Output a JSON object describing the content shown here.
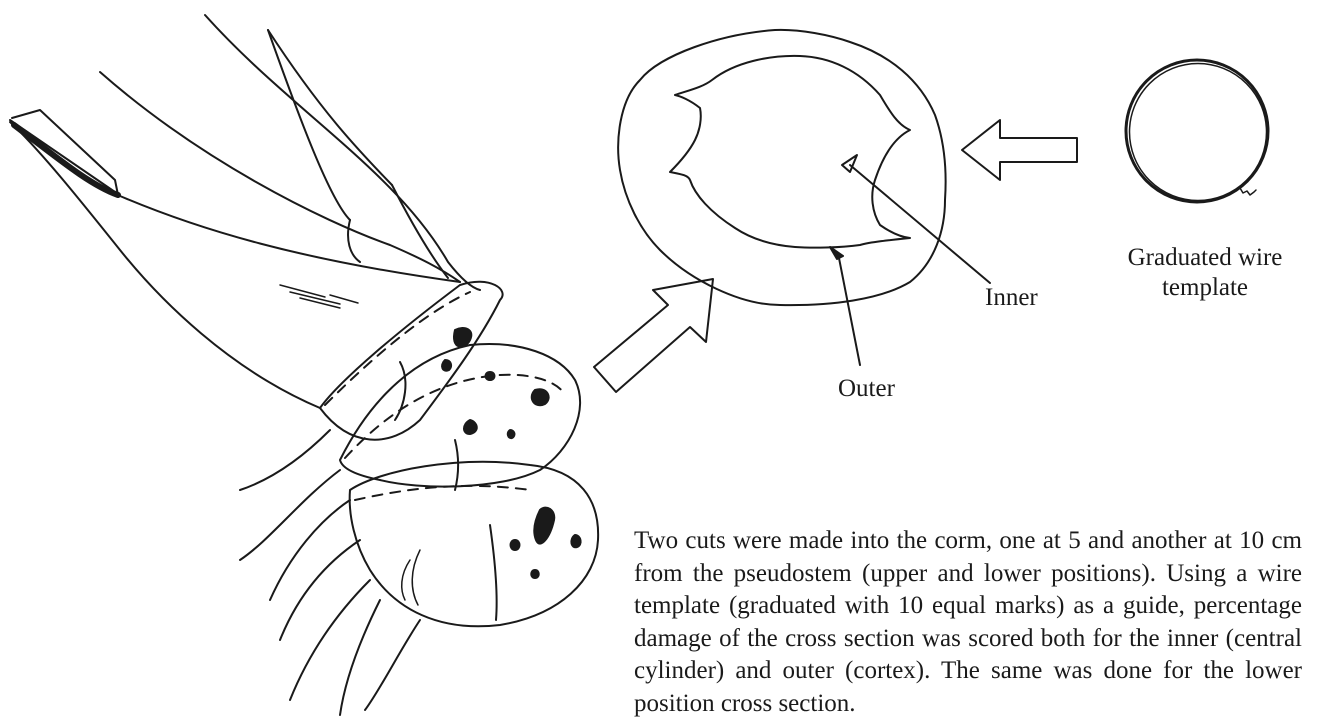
{
  "labels": {
    "inner": "Inner",
    "outer": "Outer",
    "wire_line1": "Graduated wire",
    "wire_line2": "template"
  },
  "caption": "Two cuts were made into the corm, one at 5 and another at 10 cm from the pseudostem (upper and lower positions). Using a wire template (graduated with 10 equal marks) as a guide, percentage damage of the cross section was scored both for the inner (central cylinder) and outer (cortex). The same was done for the lower position cross section.",
  "colors": {
    "ink": "#1a1a1a",
    "background": "#ffffff"
  },
  "icons": {
    "arrow_to_section": "hollow-arrow-icon",
    "arrow_from_template": "hollow-arrow-icon",
    "pointer_inner": "pointer-arrow-icon",
    "pointer_outer": "pointer-arrow-icon"
  }
}
